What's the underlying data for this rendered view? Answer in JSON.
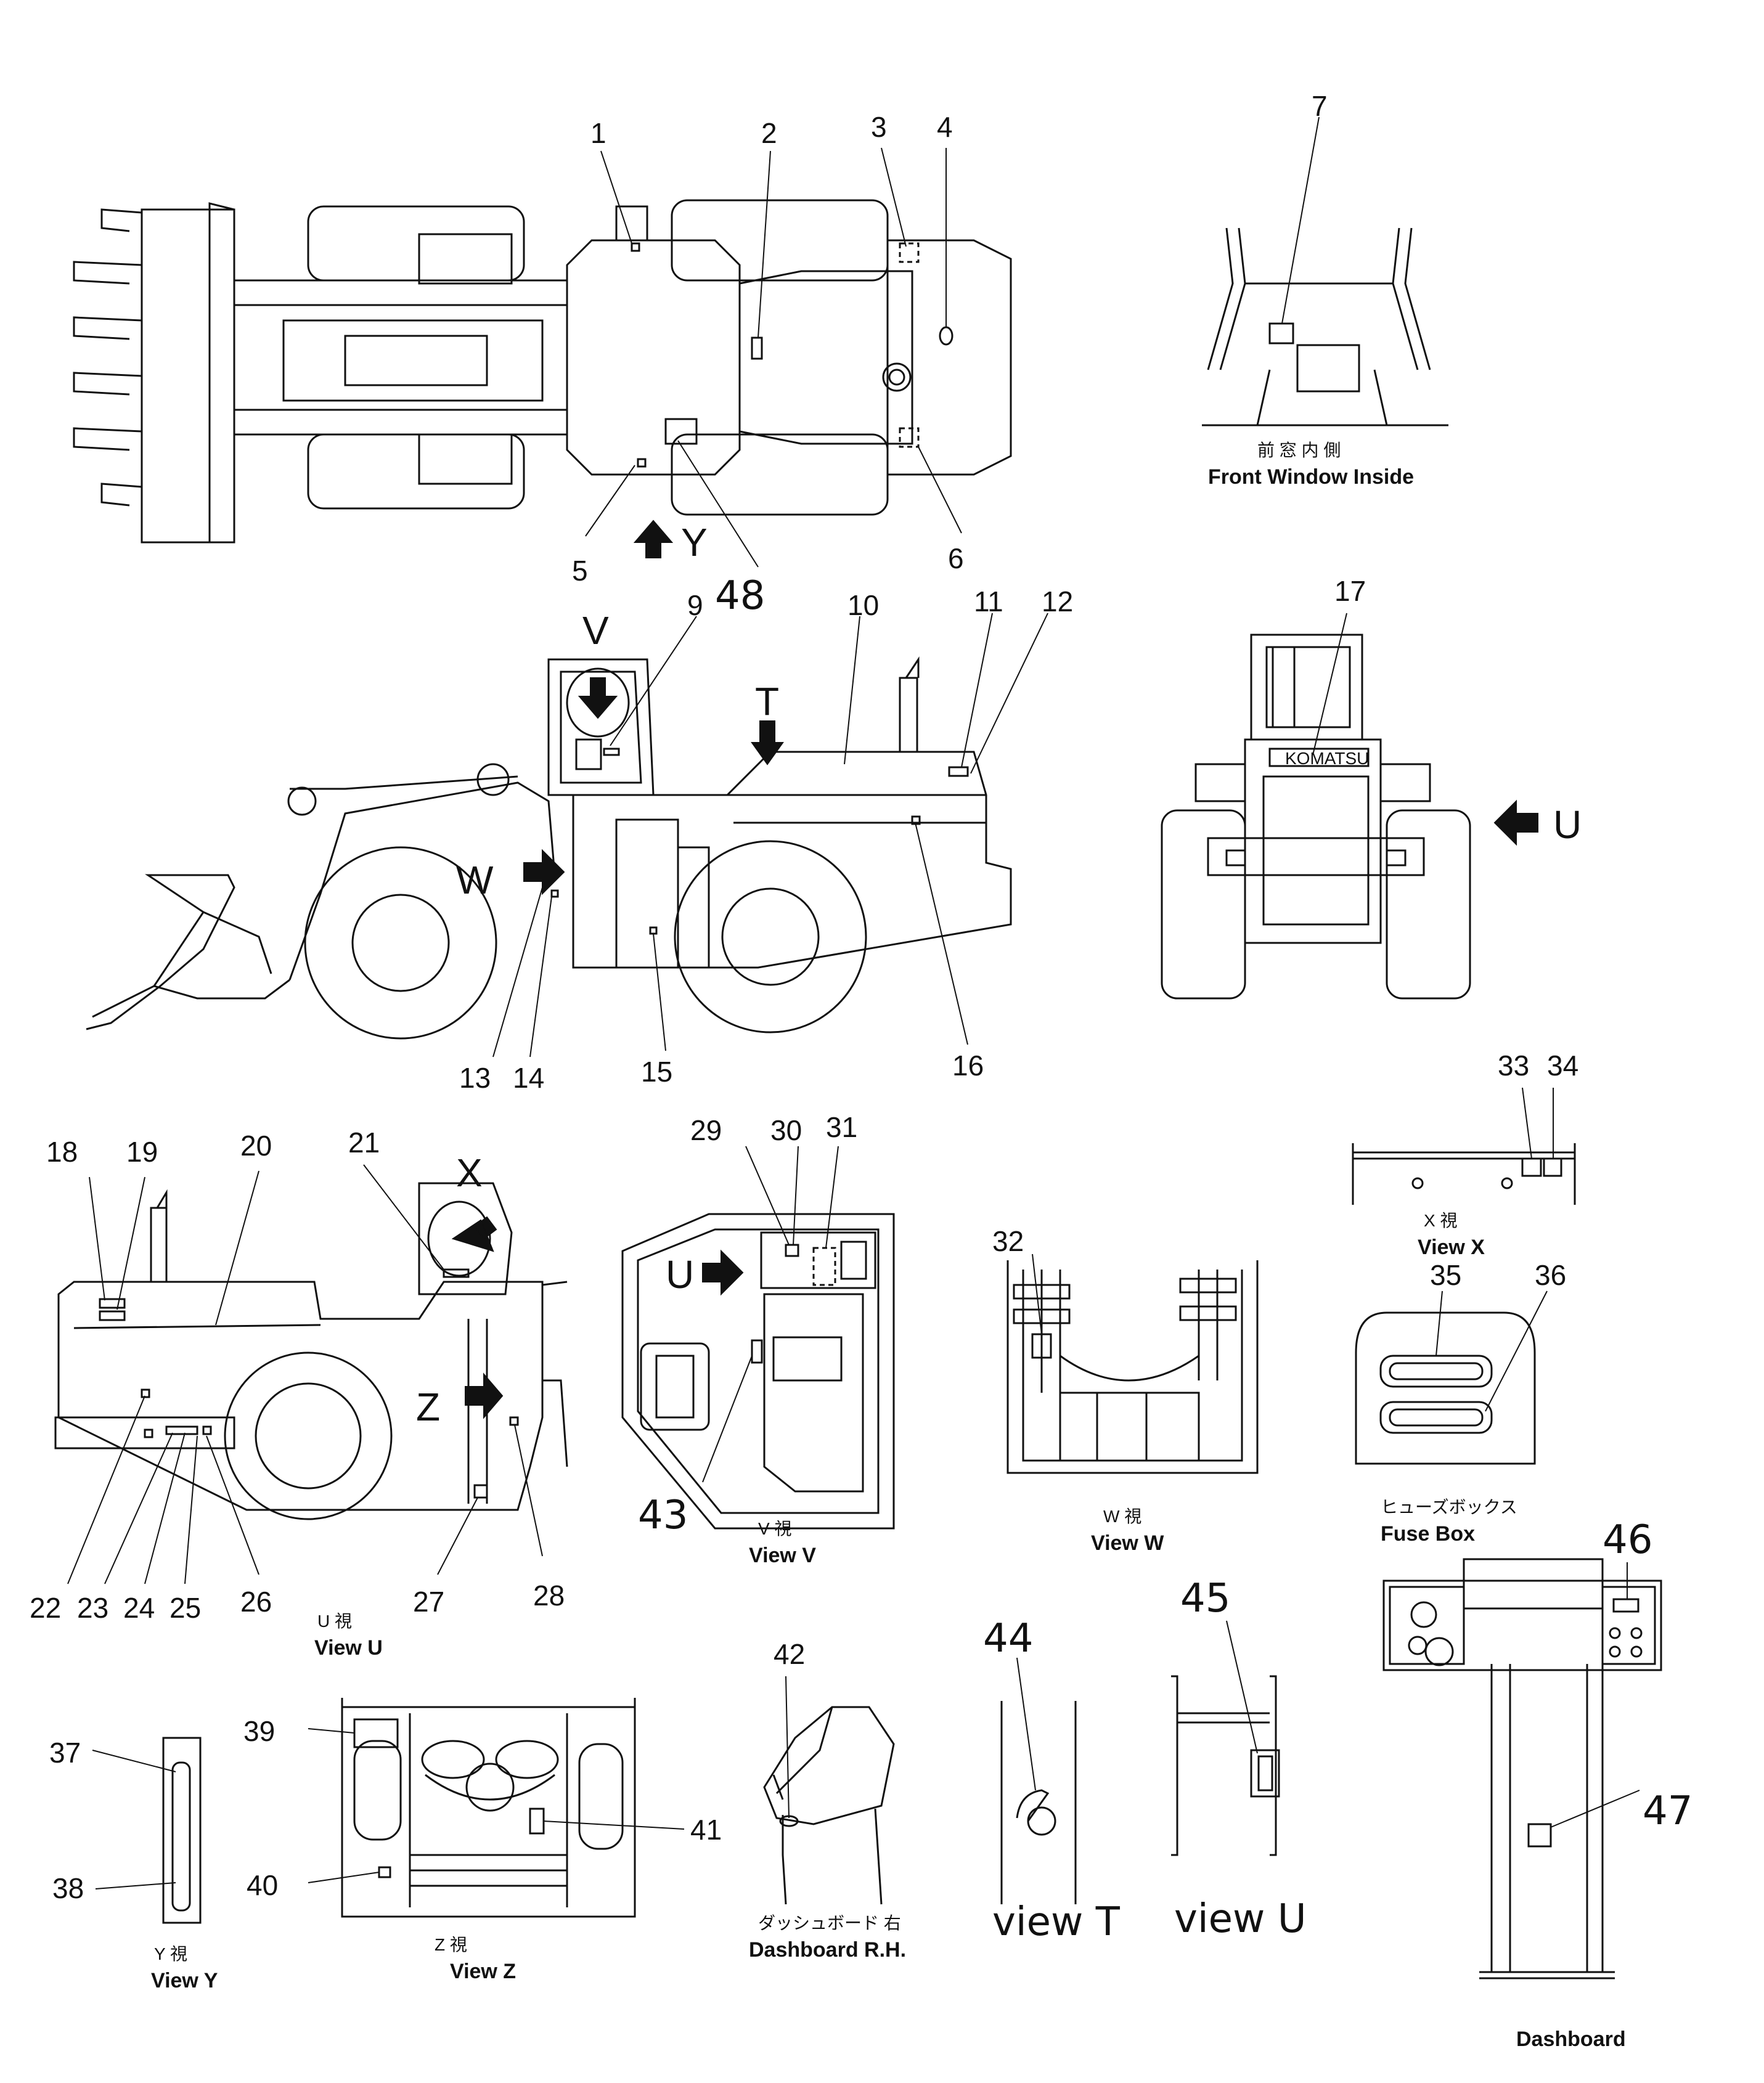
{
  "callouts": {
    "n1": "1",
    "n2": "2",
    "n3": "3",
    "n4": "4",
    "n5": "5",
    "n6": "6",
    "n7": "7",
    "n9": "9",
    "n10": "10",
    "n11": "11",
    "n12": "12",
    "n13": "13",
    "n14": "14",
    "n15": "15",
    "n16": "16",
    "n17": "17",
    "n18": "18",
    "n19": "19",
    "n20": "20",
    "n21": "21",
    "n22": "22",
    "n23": "23",
    "n24": "24",
    "n25": "25",
    "n26": "26",
    "n27": "27",
    "n28": "28",
    "n29": "29",
    "n30": "30",
    "n31": "31",
    "n32": "32",
    "n33": "33",
    "n34": "34",
    "n35": "35",
    "n36": "36",
    "n37": "37",
    "n38": "38",
    "n39": "39",
    "n40": "40",
    "n41": "41",
    "n42": "42",
    "n43": "43",
    "n44": "44",
    "n45": "45",
    "n46": "46",
    "n47": "47",
    "n48": "48"
  },
  "view_letters": {
    "Y": "Y",
    "V": "V",
    "T": "T",
    "W": "W",
    "U": "U",
    "X": "X",
    "Z": "Z"
  },
  "captions": {
    "front_window_jp": "前 窓 内 側",
    "front_window": "Front  Window  Inside",
    "view_u_jp": "U  視",
    "view_u": "View  U",
    "view_v_jp": "V  視",
    "view_v": "View  V",
    "view_w_jp": "W  視",
    "view_w": "View  W",
    "view_x_jp": "X  視",
    "view_x": "View  X",
    "fuse_box_jp": "ヒューズボックス",
    "fuse_box": "Fuse  Box",
    "view_y_jp": "Y  視",
    "view_y": "View  Y",
    "view_z_jp": "Z  視",
    "view_z": "View  Z",
    "dashboard_rh_jp": "ダッシュボード  右",
    "dashboard_rh": "Dashboard  R.H.",
    "view_t_hand": "view T",
    "view_u_hand": "view U",
    "dashboard": "Dashboard"
  },
  "logo_text": "KOMATSU"
}
